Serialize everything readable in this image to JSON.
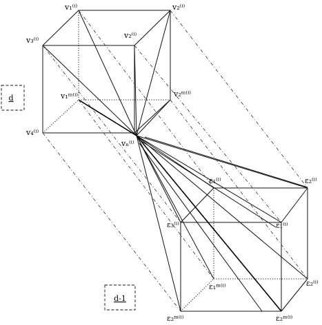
{
  "boxes": {
    "upper": "d",
    "lower": "d-1"
  },
  "vertices": {
    "v1": "v₁⁽ⁱ⁾",
    "v2": "v₂⁽ⁱ⁾",
    "v3": "v₃⁽ⁱ⁾",
    "v4": "v₂⁽ⁱ⁾",
    "v5": "v₁ᵐ⁽ⁱ⁾",
    "v6": "v₂ᵐ⁽ⁱ⁾",
    "v7": "v₄⁽ⁱ⁾",
    "v8": "vₙ⁽ⁱ⁾",
    "e1": "ε₁⁽ⁱ⁾",
    "e2": "ε₂⁽ⁱ⁾",
    "e3": "ε₃⁽ⁱ⁾",
    "e4": "ε₁⁽ⁱ⁾",
    "e5": "ε₂⁽ⁱ⁾",
    "e6": "ε₁ᵐ⁽ⁱ⁾",
    "e7": "ε₂ᵐ⁽ⁱ⁾",
    "e8": "ε₂ᵐ⁽ⁱ⁾"
  }
}
